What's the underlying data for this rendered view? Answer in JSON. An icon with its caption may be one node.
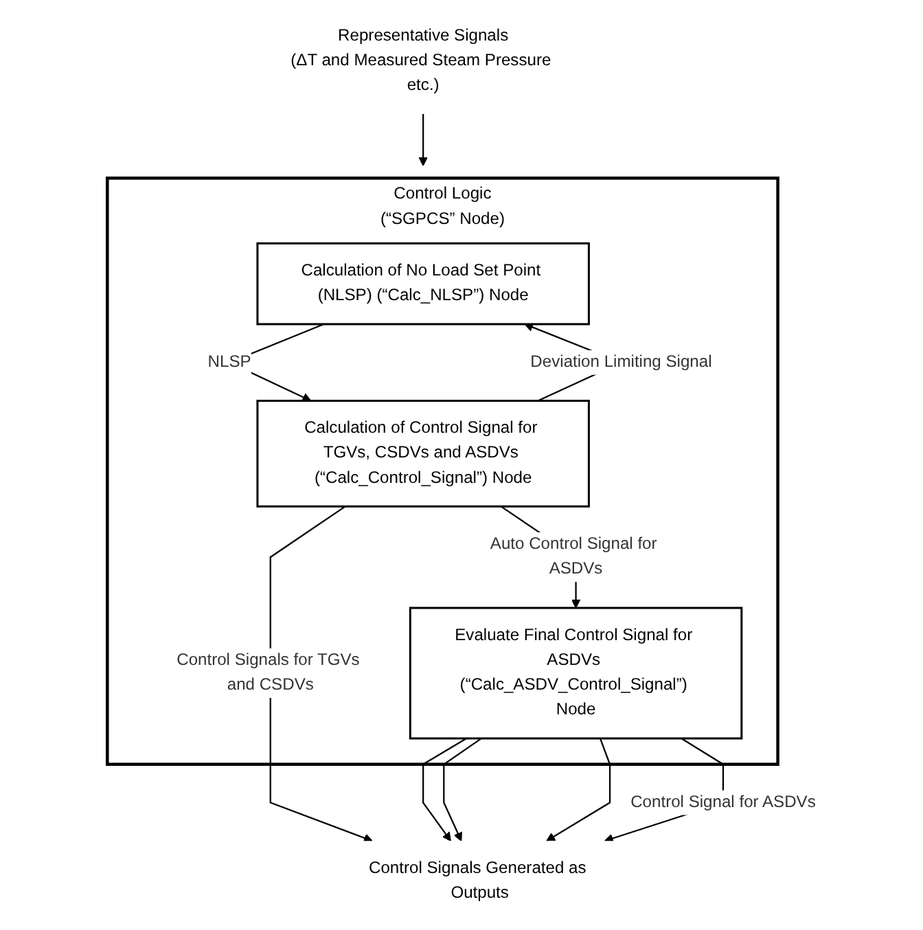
{
  "diagram": {
    "nodes": [
      {
        "text": [
          "Representative Signals",
          "(ΔT and Measured Steam Pressure etc.)"
        ]
      },
      {
        "text": [
          "Control Logic",
          "(“SGPCS” Node)"
        ]
      },
      {
        "text": [
          "Calculation of No Load Set Point (NLSP) (“Calc_NLSP”) Node"
        ],
        "in": 1
      },
      {
        "text": [
          "Calculation of Control Signal for TGVs, CSDVs and ASDVs (“Calc_Control_Signal”) Node"
        ],
        "in": 1
      },
      {
        "text": [
          "Evaluate Final Control Signal for ASDVs (“Calc_ASDV_Control_Signal”) Node"
        ],
        "in": 1
      },
      {
        "text": [
          "Control Signals Generated as Outputs"
        ]
      }
    ],
    "edges": [
      {
        "from": 0,
        "to": 1,
        "arrow": "to"
      },
      {
        "from": 2,
        "to": 3,
        "arrow": "to",
        "label": "NLSP"
      },
      {
        "from": 3,
        "to": 2,
        "arrow": "to",
        "label": "Deviation Limiting Signal"
      },
      {
        "from": 3,
        "to": 5,
        "arrow": "to",
        "label": "Control Signals for TGVs and CSDVs"
      },
      {
        "from": 3,
        "to": 4,
        "arrow": "to",
        "label": "Auto Control Signal for ASDVs"
      },
      {
        "from": 4,
        "to": 5,
        "arrow": "to"
      },
      {
        "from": 4,
        "to": 5,
        "arrow": "to"
      },
      {
        "from": 4,
        "to": 5,
        "arrow": "to"
      },
      {
        "from": 4,
        "to": 5,
        "arrow": "to",
        "label": "Control Signal for ASDVs"
      }
    ]
  }
}
